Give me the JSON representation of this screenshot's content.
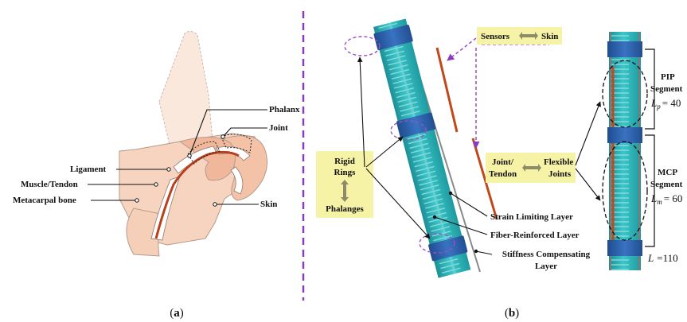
{
  "panel_a": {
    "labels": {
      "phalanx": "Phalanx",
      "joint": "Joint",
      "ligament": "Ligament",
      "muscle_tendon": "Muscle/Tendon",
      "metacarpal_bone": "Metacarpal bone",
      "skin": "Skin"
    },
    "caption": {
      "open": "(",
      "letter": "a",
      "close": ")"
    }
  },
  "panel_b": {
    "rigid_box": {
      "line1": "Rigid",
      "line2": "Rings",
      "line3": "Phalanges"
    },
    "sensors_box": {
      "left": "Sensors",
      "right": "Skin"
    },
    "joint_box": {
      "left1": "Joint/",
      "left2": "Tendon",
      "right1": "Flexible",
      "right2": "Joints"
    },
    "layers": {
      "strain": "Strain Limiting Layer",
      "fiber": "Fiber-Reinforced Layer",
      "stiffness1": "Stiffness Compensating",
      "stiffness2": "Layer"
    },
    "pip": {
      "line1": "PIP",
      "line2": "Segment",
      "var": "L",
      "sub": "p",
      "value": "= 40"
    },
    "mcp": {
      "line1": "MCP",
      "line2": "Segment",
      "var": "L",
      "sub": "m",
      "value": "= 60"
    },
    "total": {
      "var": "L",
      "value": "=110"
    },
    "caption": {
      "open": "(",
      "letter": "b",
      "close": ")"
    }
  },
  "colors": {
    "actuator": "#2bb3b8",
    "actuator_dark": "#1b8f96",
    "ring": "#2d5fa8",
    "highlight_box": "#f7f3a6",
    "divider": "#8b3cb8",
    "dashed": "#9c4fc4",
    "sensor": "#c0481a",
    "skin": "#f5c9ad"
  }
}
